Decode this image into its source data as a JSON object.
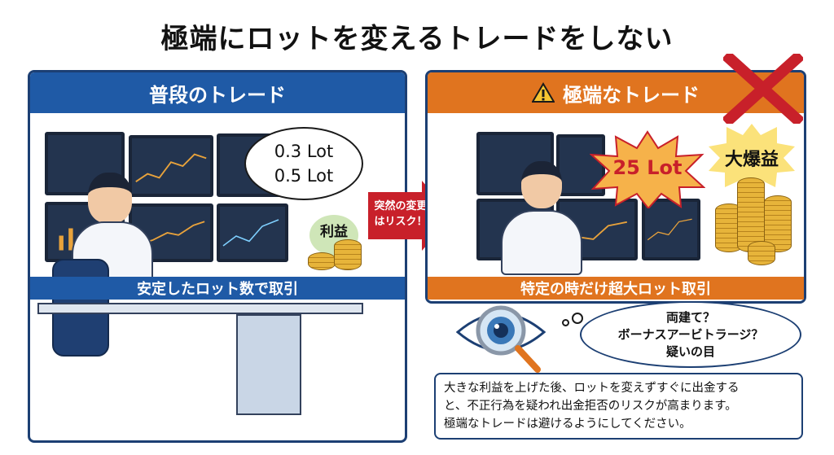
{
  "title": "極端にロットを変えるトレードをしない",
  "left_panel": {
    "header": "普段のトレード",
    "speech_lines": [
      "0.3 Lot",
      "0.5 Lot"
    ],
    "profit_badge": "利益",
    "banner": "安定したロット数で取引"
  },
  "arrow": {
    "lines": [
      "突然の変更",
      "はリスク！"
    ]
  },
  "right_panel": {
    "header": "極端なトレード",
    "warning_icon": "warning-triangle-icon",
    "lot_burst": "25 Lot",
    "profit_burst": "大爆益",
    "banner": "特定の時だけ超大ロット取引"
  },
  "thought_bubble": {
    "lines": [
      "両建て？",
      "ボーナスアービトラージ？",
      "疑いの目"
    ]
  },
  "note": {
    "lines": [
      "大きな利益を上げた後、ロットを変えずすぐに出金する",
      "と、不正行為を疑われ出金拒否のリスクが高まります。",
      "極端なトレードは避けるようにしてください。"
    ]
  },
  "colors": {
    "blue": "#1f5aa6",
    "orange": "#e0741f",
    "red": "#c8202a",
    "navy": "#1c3f73"
  }
}
